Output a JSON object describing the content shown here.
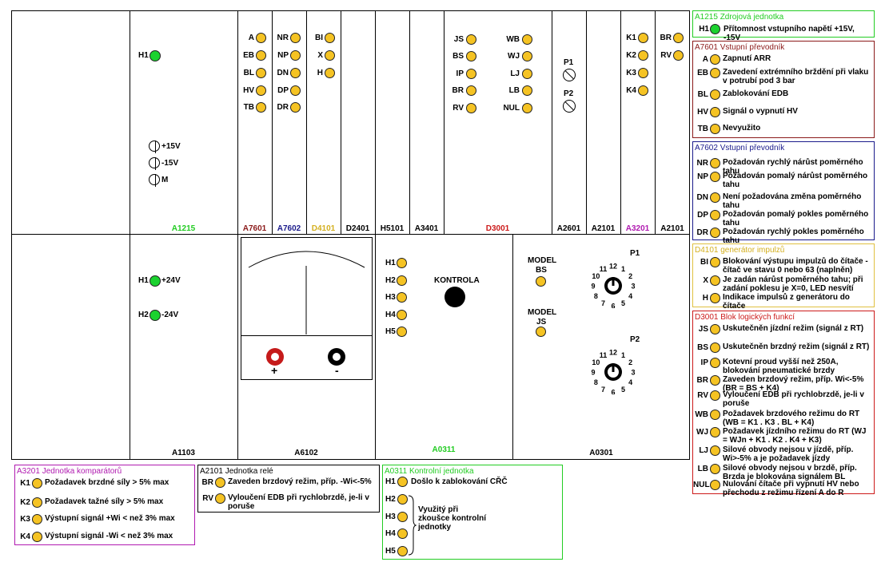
{
  "modules_top": [
    {
      "name": "A1215",
      "color": "#22cc22"
    },
    {
      "name": "A7601",
      "color": "#8b1a1a"
    },
    {
      "name": "A7602",
      "color": "#1a1a8b"
    },
    {
      "name": "D4101",
      "color": "#d4b020"
    },
    {
      "name": "D2401",
      "color": "#000000"
    },
    {
      "name": "H5101",
      "color": "#000000"
    },
    {
      "name": "A3401",
      "color": "#000000"
    },
    {
      "name": "D3001",
      "color": "#cc1a1a"
    },
    {
      "name": "A2601",
      "color": "#000000"
    },
    {
      "name": "A2101",
      "color": "#000000"
    },
    {
      "name": "A3201",
      "color": "#b01ab0"
    },
    {
      "name": "A2101b",
      "label": "A2101",
      "color": "#000000"
    }
  ],
  "modules_bottom": [
    {
      "name": "A1103",
      "color": "#000000"
    },
    {
      "name": "A6102",
      "color": "#000000"
    },
    {
      "name": "A0311",
      "color": "#22cc22"
    },
    {
      "name": "A0301",
      "color": "#000000"
    }
  ],
  "panel": {
    "a1215": {
      "h1": "H1",
      "p15": "+15V",
      "m15": "-15V",
      "m": "M"
    },
    "a7601": [
      "A",
      "EB",
      "BL",
      "HV",
      "TB"
    ],
    "a7602": [
      "NR",
      "NP",
      "DN",
      "DP",
      "DR"
    ],
    "d4101": [
      "BI",
      "X",
      "H"
    ],
    "d3001_left": [
      "JS",
      "BS",
      "IP",
      "BR",
      "RV"
    ],
    "d3001_right": [
      "WB",
      "WJ",
      "LJ",
      "LB",
      "NUL"
    ],
    "a2601": [
      "P1",
      "P2"
    ],
    "a3201": [
      "K1",
      "K2",
      "K3",
      "K4"
    ],
    "a2101": [
      "BR",
      "RV"
    ],
    "a1103": [
      {
        "id": "H1",
        "v": "+24V"
      },
      {
        "id": "H2",
        "v": "-24V"
      }
    ],
    "a6102": {
      "plus": "+",
      "minus": "-"
    },
    "a0311": {
      "leds": [
        "H1",
        "H2",
        "H3",
        "H4",
        "H5"
      ],
      "kontrola": "KONTROLA"
    },
    "a0301": {
      "model_bs": [
        "MODEL",
        "BS"
      ],
      "model_js": [
        "MODEL",
        "JS"
      ],
      "p1": "P1",
      "p2": "P2",
      "dial_numbers": [
        "12",
        "1",
        "2",
        "3",
        "4",
        "5",
        "6",
        "7",
        "8",
        "9",
        "10",
        "11"
      ]
    }
  },
  "legends": {
    "a1215": {
      "title": "A1215 Zdrojová jednotka",
      "color": "#22cc22",
      "items": [
        {
          "k": "H1",
          "t": "Přítomnost vstupního napětí +15V, -15V"
        }
      ]
    },
    "a7601": {
      "title": "A7601 Vstupní převodník",
      "color": "#8b1a1a",
      "items": [
        {
          "k": "A",
          "t": "Zapnutí ARR"
        },
        {
          "k": "EB",
          "t": "Zavedení extrémního brždění při vlaku v potrubí pod 3 bar"
        },
        {
          "k": "BL",
          "t": "Zablokování EDB"
        },
        {
          "k": "HV",
          "t": "Signál o vypnutí HV"
        },
        {
          "k": "TB",
          "t": "Nevyužito"
        }
      ]
    },
    "a7602": {
      "title": "A7602 Vstupní převodník",
      "color": "#1a1a8b",
      "items": [
        {
          "k": "NR",
          "t": "Požadován rychlý nárůst poměrného tahu"
        },
        {
          "k": "NP",
          "t": "Požadován pomalý nárůst poměrného tahu"
        },
        {
          "k": "DN",
          "t": "Není požadována změna poměrného tahu"
        },
        {
          "k": "DP",
          "t": "Požadován pomalý pokles poměrného tahu"
        },
        {
          "k": "DR",
          "t": "Požadován rychlý pokles poměrného tahu"
        }
      ]
    },
    "d4101": {
      "title": "D4101 generátor impulzů",
      "color": "#e0c040",
      "items": [
        {
          "k": "BI",
          "t": "Blokování výstupu impulzů do čítače - čítač ve stavu 0 nebo 63 (naplněn)"
        },
        {
          "k": "X",
          "t": "Je zadán nárůst poměrného tahu; při zadání poklesu je X=0, LED nesvítí"
        },
        {
          "k": "H",
          "t": "Indikace impulsů z generátoru do čítače"
        }
      ]
    },
    "d3001": {
      "title": "D3001 Blok logických funkcí",
      "color": "#cc1a1a",
      "items": [
        {
          "k": "JS",
          "t": "Uskutečněn jízdní režim (signál z RT)"
        },
        {
          "k": "BS",
          "t": "Uskutečněn brzdný režim (signál z RT)"
        },
        {
          "k": "IP",
          "t": "Kotevní proud vyšší než 250A, blokování pneumatické brzdy"
        },
        {
          "k": "BR",
          "t": "Zaveden brzdový režim, příp. Wi<-5% (BR = BS + K4)"
        },
        {
          "k": "RV",
          "t": "Vyloučení EDB při rychlobrzdě, je-li v poruše"
        },
        {
          "k": "WB",
          "t": "Požadavek brzdového režimu do RT (WB = K1 . K3 . BL + K4)"
        },
        {
          "k": "WJ",
          "t": "Požadavek jízdního režimu do RT (WJ = WJn + K1 . K2 . K4 + K3)"
        },
        {
          "k": "LJ",
          "t": "Silové obvody nejsou v jízdě, příp. Wi>-5% a je požadavek jízdy"
        },
        {
          "k": "LB",
          "t": "Silové obvody nejsou v brzdě, příp. Brzda je blokována signálem BL"
        },
        {
          "k": "NUL",
          "t": "Nulování čítače při vypnutí HV nebo přechodu z režimu řízení A do R"
        }
      ]
    },
    "a3201": {
      "title": "A3201 Jednotka komparátorů",
      "color": "#b01ab0",
      "items": [
        {
          "k": "K1",
          "t": "Požadavek brzdné síly > 5% max"
        },
        {
          "k": "K2",
          "t": "Požadavek tažné síly > 5% max"
        },
        {
          "k": "K3",
          "t": "Výstupní signál +Wi < než 3% max"
        },
        {
          "k": "K4",
          "t": "Výstupní signál -Wi < než 3% max"
        }
      ]
    },
    "a2101": {
      "title": "A2101 Jednotka relé",
      "color": "#000000",
      "items": [
        {
          "k": "BR",
          "t": "Zaveden brzdový režim, příp. -Wi<-5%"
        },
        {
          "k": "RV",
          "t": "Vyloučení EDB při rychlobrzdě, je-li v poruše"
        }
      ]
    },
    "a0311": {
      "title": "A0311 Kontrolní jednotka",
      "color": "#22cc22",
      "h1": "H1",
      "h1_text": "Došlo k zablokování CŘČ",
      "leds": [
        "H2",
        "H3",
        "H4",
        "H5"
      ],
      "brace_text": "Využitý při zkoušce kontrolní jednotky"
    }
  }
}
